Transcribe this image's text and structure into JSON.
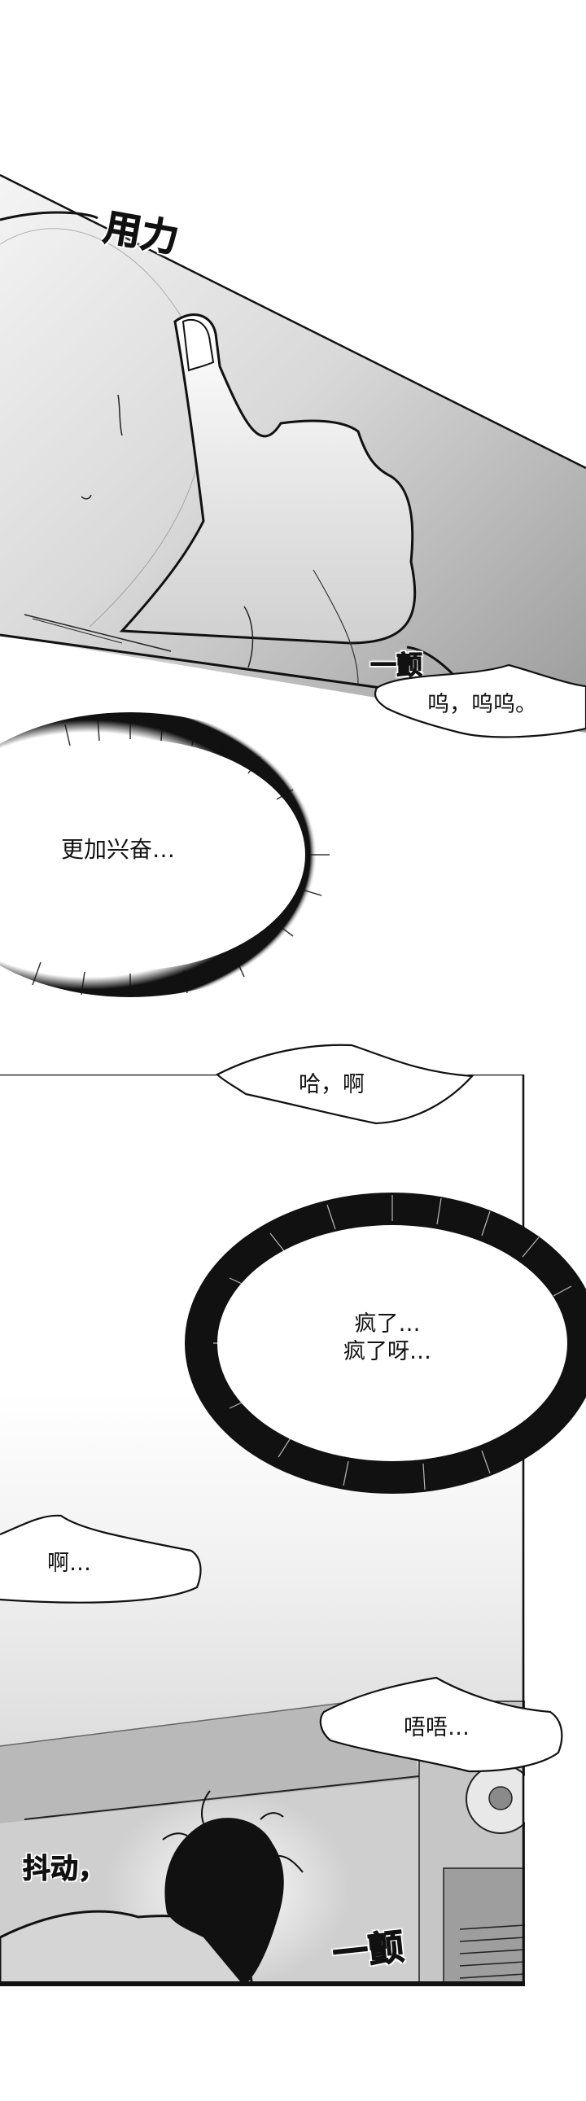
{
  "comic": {
    "panels": [
      {
        "id": "panel-1",
        "description": "Close-up of a hand gripping a thigh, slanted panel",
        "sfx": [
          {
            "text": "用力"
          },
          {
            "text": "一颤"
          }
        ],
        "bubbles": [
          {
            "text": "呜，呜呜。"
          }
        ]
      },
      {
        "id": "burst-1",
        "bubbles": [
          {
            "text": "更加兴奋…"
          }
        ]
      },
      {
        "id": "panel-2",
        "description": "Person lying face-down on a desk by a window",
        "bubbles": [
          {
            "text": "哈，啊"
          },
          {
            "text": "疯了…\n疯了呀…"
          },
          {
            "text": "啊…"
          },
          {
            "text": "唔唔…"
          }
        ],
        "sfx": [
          {
            "text": "抖动，"
          },
          {
            "text": "一颤"
          }
        ]
      }
    ]
  },
  "colors": {
    "ink": "#111111",
    "paper": "#ffffff",
    "tone_light": "#e6e6e6",
    "tone_mid": "#b8b8b8",
    "tone_dark": "#8f8f8f"
  }
}
